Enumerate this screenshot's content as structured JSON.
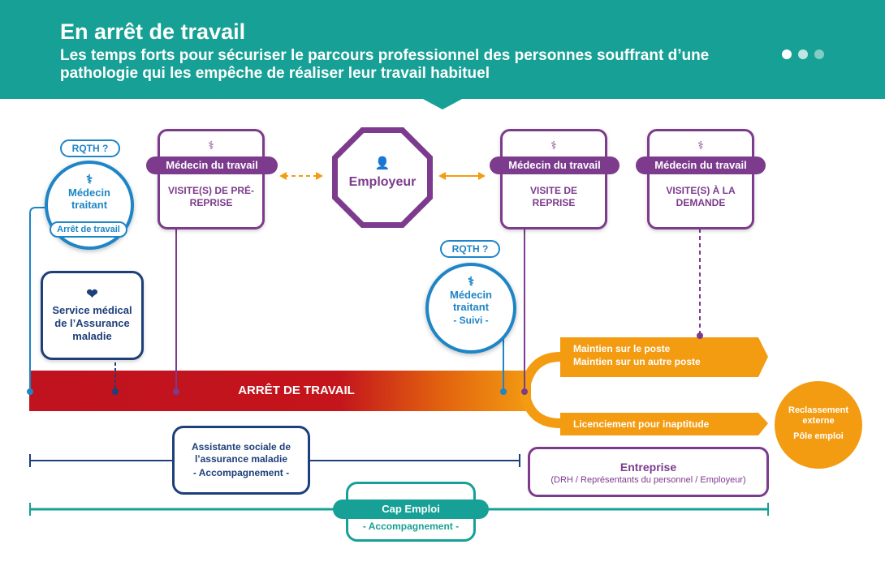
{
  "header": {
    "title": "En arrêt de travail",
    "subtitle": "Les temps forts pour sécuriser le parcours professionnel des personnes souffrant d’une pathologie qui les empêche de réaliser leur travail habituel"
  },
  "colors": {
    "teal": "#17a095",
    "purple": "#7c3b8c",
    "blue": "#1e85c6",
    "navy": "#1e3f7a",
    "orange": "#f39c12",
    "red": "#c0121f"
  },
  "icons": [
    "doctor-icon",
    "employer-icon",
    "care-hand-icon"
  ],
  "medecin_traitant_1": {
    "rqth": "RQTH ?",
    "title": "Médecin traitant",
    "tag": "Arrêt de travail"
  },
  "medecin_traitant_2": {
    "rqth": "RQTH ?",
    "title": "Médecin traitant",
    "sub": "- Suivi -"
  },
  "service_medical": {
    "label": "Service médical de l’Assurance maladie"
  },
  "medecins_travail": [
    {
      "bar": "Médecin du travail",
      "text": "VISITE(S) DE PRÉ-REPRISE"
    },
    {
      "bar": "Médecin du travail",
      "text": "VISITE DE REPRISE"
    },
    {
      "bar": "Médecin du travail",
      "text": "VISITE(S) À LA DEMANDE"
    }
  ],
  "employeur": {
    "label": "Employeur"
  },
  "arret": {
    "label": "ARRÊT DE TRAVAIL"
  },
  "outcomes": {
    "maintien_1": "Maintien sur le poste",
    "maintien_2": "Maintien sur un autre poste",
    "licenciement": "Licenciement pour inaptitude"
  },
  "reclassement": {
    "line1": "Reclassement externe",
    "line2": "Pôle emploi"
  },
  "assistante": {
    "label": "Assistante sociale de l’assurance maladie",
    "sub": "- Accompagnement -"
  },
  "entreprise": {
    "title": "Entreprise",
    "sub": "(DRH / Représentants du personnel / Employeur)"
  },
  "cap_emploi": {
    "label": "Cap Emploi",
    "sub": "- Accompagnement -"
  }
}
